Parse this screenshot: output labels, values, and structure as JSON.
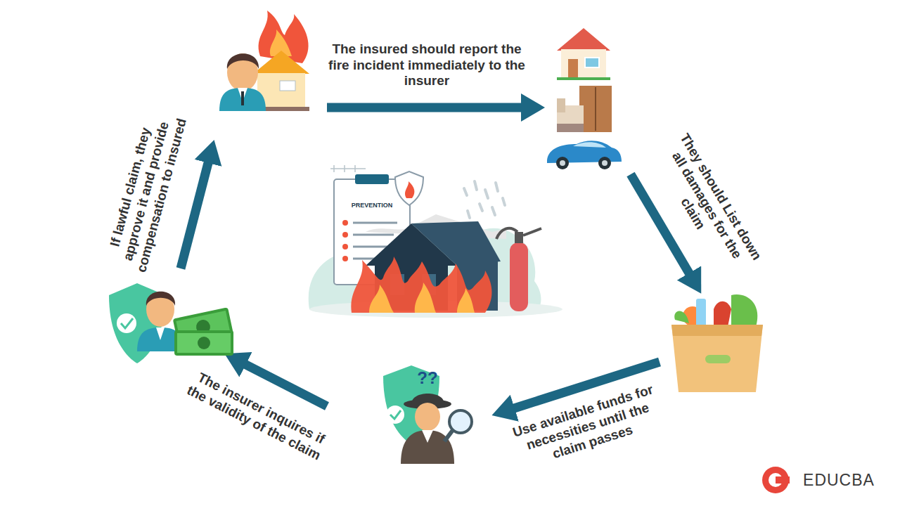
{
  "diagram": {
    "labels": [
      "The insured should report the fire incident immediately to the insurer",
      "They should List down all damages for the claim",
      "Use available funds for necessities until the claim passes",
      "The insurer inquires if the validity of the claim",
      "If lawful claim, they approve it and provide compensation to insured",
      "PREVENTION",
      "??",
      "EDUCBA"
    ]
  }
}
